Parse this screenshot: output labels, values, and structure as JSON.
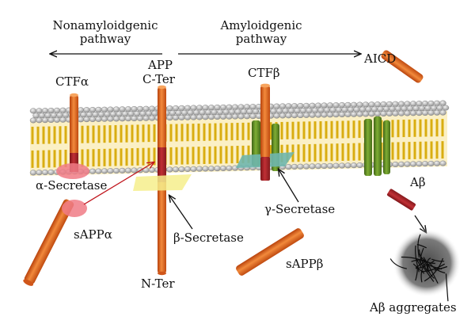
{
  "pathways": {
    "nonamyloidogenic_line1": "Nonamyloidgenic",
    "nonamyloidogenic_line2": "pathway",
    "amyloidogenic_line1": "Amyloidgenic",
    "amyloidogenic_line2": "pathway"
  },
  "labels": {
    "app": "APP",
    "c_ter": "C-Ter",
    "n_ter": "N-Ter",
    "ctf_alpha": "CTFα",
    "ctf_beta": "CTFβ",
    "aicd": "AICD",
    "alpha_secretase": "α-Secretase",
    "beta_secretase": "β-Secretase",
    "gamma_secretase": "γ-Secretase",
    "sapp_alpha": "sAPPα",
    "sapp_beta": "sAPPβ",
    "abeta": "Aβ",
    "abeta_aggregates": "Aβ aggregates"
  },
  "colors": {
    "app_orange": "#e8651a",
    "fragment_red": "#a51f24",
    "membrane_head": "#b9b9b9",
    "membrane_tail": "#e8c21b",
    "secretase_alpha": "#f07b86",
    "secretase_beta": "#f6ef8c",
    "secretase_gamma": "#6fb6ad",
    "gamma_complex_green": "#5e8a23"
  }
}
